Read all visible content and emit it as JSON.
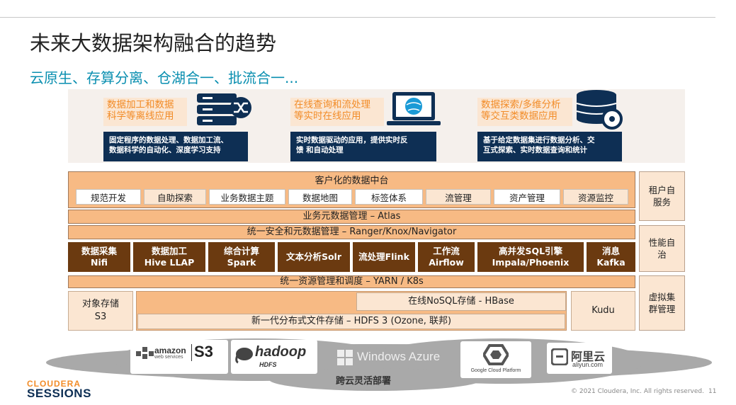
{
  "title": "未来大数据架构融合的趋势",
  "subtitle": "云原生、存算分离、仓湖合一、批流合一...",
  "apps": [
    {
      "label_line1": "数据加工和数据",
      "label_line2": "科学等离线应用",
      "desc_line1": "固定程序的数据处理、数据加工流、",
      "desc_line2": "数据科学的自动化、深度学习支持",
      "icon": "server-shuffle-icon"
    },
    {
      "label_line1": "在线查询和流处理",
      "label_line2": "等实时在线应用",
      "desc_line1": "实时数据驱动的应用，提供实时反",
      "desc_line2": "馈 和自动处理",
      "icon": "laptop-globe-icon"
    },
    {
      "label_line1": "数据探索/多维分析",
      "label_line2": "等交互类数据应用",
      "desc_line1": "基于给定数据集进行数据分析、交",
      "desc_line2": "互式探索、实时数据查询和统计",
      "icon": "database-target-icon"
    }
  ],
  "data_hub": {
    "title": "客户化的数据中台",
    "items": [
      "规范开发",
      "自助探索",
      "业务数据主题",
      "数据地图",
      "标签体系",
      "流管理",
      "资产管理",
      "资源监控"
    ]
  },
  "metadata_row": "业务元数据管理 – Atlas",
  "security_row": "统一安全和元数据管理 – Ranger/Knox/Navigator",
  "engines": [
    {
      "line1": "数据采集",
      "line2": "Nifi"
    },
    {
      "line1": "数据加工",
      "line2": "Hive LLAP"
    },
    {
      "line1": "综合计算",
      "line2": "Spark"
    },
    {
      "line1": "文本分析Solr",
      "line2": ""
    },
    {
      "line1": "流处理Flink",
      "line2": ""
    },
    {
      "line1": "工作流",
      "line2": "Airflow"
    },
    {
      "line1": "高并发SQL引擎",
      "line2": "Impala/Phoenix"
    },
    {
      "line1": "消息",
      "line2": "Kafka"
    }
  ],
  "resource_row": "统一资源管理和调度 – YARN / K8s",
  "storage": {
    "object_line1": "对象存储",
    "object_line2": "S3",
    "hbase": "在线NoSQL存储 - HBase",
    "hdfs": "新一代分布式文件存储 – HDFS 3 (Ozone, 联邦)",
    "kudu": "Kudu"
  },
  "side_panels": [
    {
      "line1": "租户自",
      "line2": "服务"
    },
    {
      "line1": "性能自",
      "line2": "治"
    },
    {
      "line1": "虚拟集",
      "line2": "群管理"
    }
  ],
  "clouds": {
    "aws_name": "amazon",
    "aws_sub": "web services",
    "aws_s3": "S3",
    "hadoop": "hadoop",
    "hadoop_sub": "HDFS",
    "azure": "Windows Azure",
    "google": "Google Cloud Platform",
    "aliyun_cn": "阿里云",
    "aliyun_en": "aliyun.com",
    "caption": "跨云灵活部署"
  },
  "footer": {
    "brand_top": "CLOUDERA",
    "brand_bottom": "SESSIONS",
    "copyright": "© 2021 Cloudera, Inc. All rights reserved.",
    "page": "11"
  },
  "colors": {
    "accent_orange": "#f28c28",
    "teal": "#0a8fb0",
    "navy": "#0e2f54",
    "brown": "#6b3a10",
    "peach": "#f7ba84",
    "light_peach": "#fbe6d2"
  }
}
